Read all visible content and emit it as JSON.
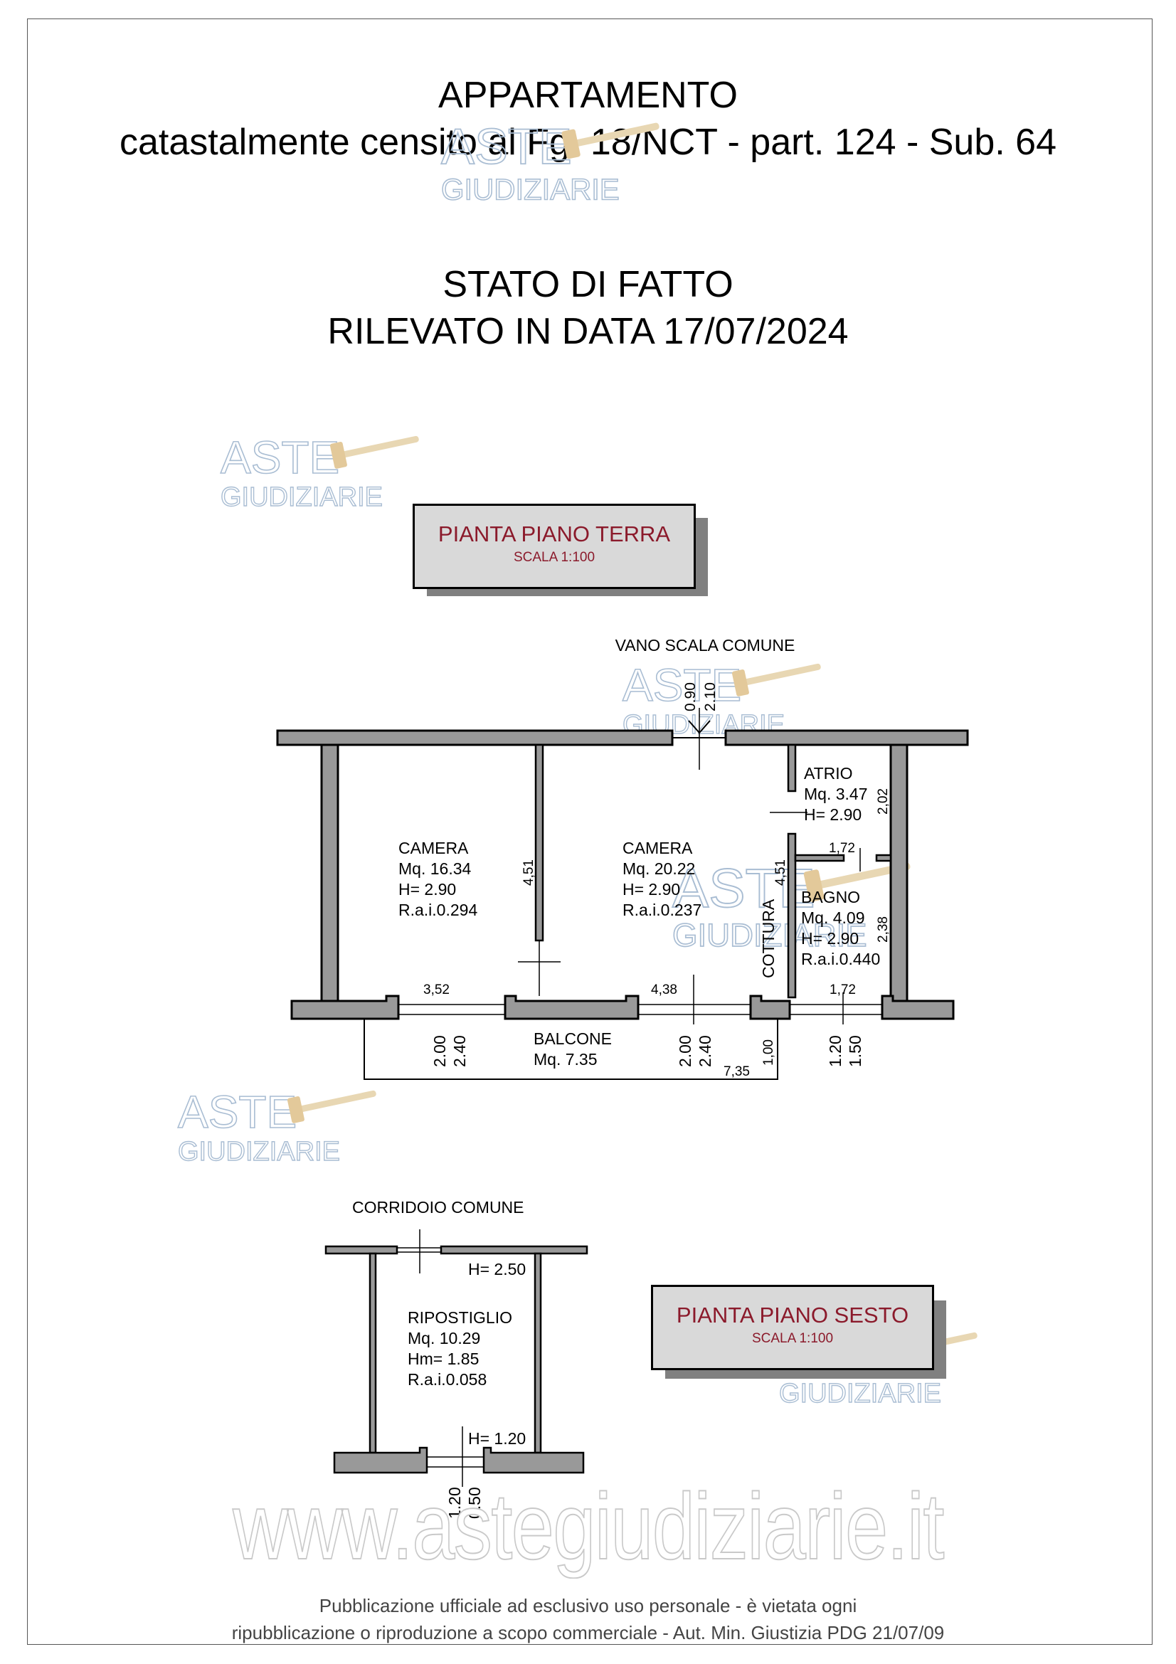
{
  "header": {
    "line1": "APPARTAMENTO",
    "line2": "catastalmente censito al Fg. 18/NCT - part. 124 - Sub. 64",
    "line3": "STATO DI FATTO",
    "line4": "RILEVATO IN DATA 17/07/2024"
  },
  "watermark": {
    "aste": "ASTE",
    "giudiziarie": "GIUDIZIARIE",
    "url": "www.astegiudiziarie.it"
  },
  "ground_floor": {
    "title": "PIANTA PIANO TERRA",
    "scale": "SCALA 1:100",
    "stair_label": "VANO SCALA COMUNE",
    "door_dims": [
      "0.90",
      "2.10"
    ],
    "rooms": [
      {
        "name": "CAMERA",
        "area": "Mq. 16.34",
        "height": "H= 2.90",
        "rai": "R.a.i.0.294"
      },
      {
        "name": "CAMERA",
        "area": "Mq. 20.22",
        "height": "H= 2.90",
        "rai": "R.a.i.0.237"
      },
      {
        "name": "ATRIO",
        "area": "Mq. 3.47",
        "height": "H= 2.90"
      },
      {
        "name": "BAGNO",
        "area": "Mq. 4.09",
        "height": "H= 2.90",
        "rai": "R.a.i.0.440"
      }
    ],
    "cottura": "COTTURA",
    "balcone": {
      "name": "BALCONE",
      "area": "Mq. 7.35"
    },
    "dims": {
      "d451a": "4,51",
      "d451b": "4,51",
      "d202": "2,02",
      "d172a": "1,72",
      "d238": "2,38",
      "d352": "3,52",
      "d438": "4,38",
      "d172b": "1,72",
      "d735": "7,35",
      "d100": "1,00",
      "w1a": "2.00",
      "w1b": "2.40",
      "w2a": "2.00",
      "w2b": "2.40",
      "w3a": "1.20",
      "w3b": "1.50"
    }
  },
  "sixth_floor": {
    "title": "PIANTA PIANO SESTO",
    "scale": "SCALA 1:100",
    "corridor_label": "CORRIDOIO COMUNE",
    "h_top": "H= 2.50",
    "h_bottom": "H= 1.20",
    "room": {
      "name": "RIPOSTIGLIO",
      "area": "Mq. 10.29",
      "height": "Hm= 1.85",
      "rai": "R.a.i.0.058"
    },
    "win_dims": [
      "1.20",
      "0.50"
    ]
  },
  "footer": {
    "line1": "Pubblicazione ufficiale ad esclusivo uso personale - è vietata ogni",
    "line2": "ripubblicazione o riproduzione a scopo commerciale - Aut. Min. Giustizia PDG 21/07/09"
  }
}
